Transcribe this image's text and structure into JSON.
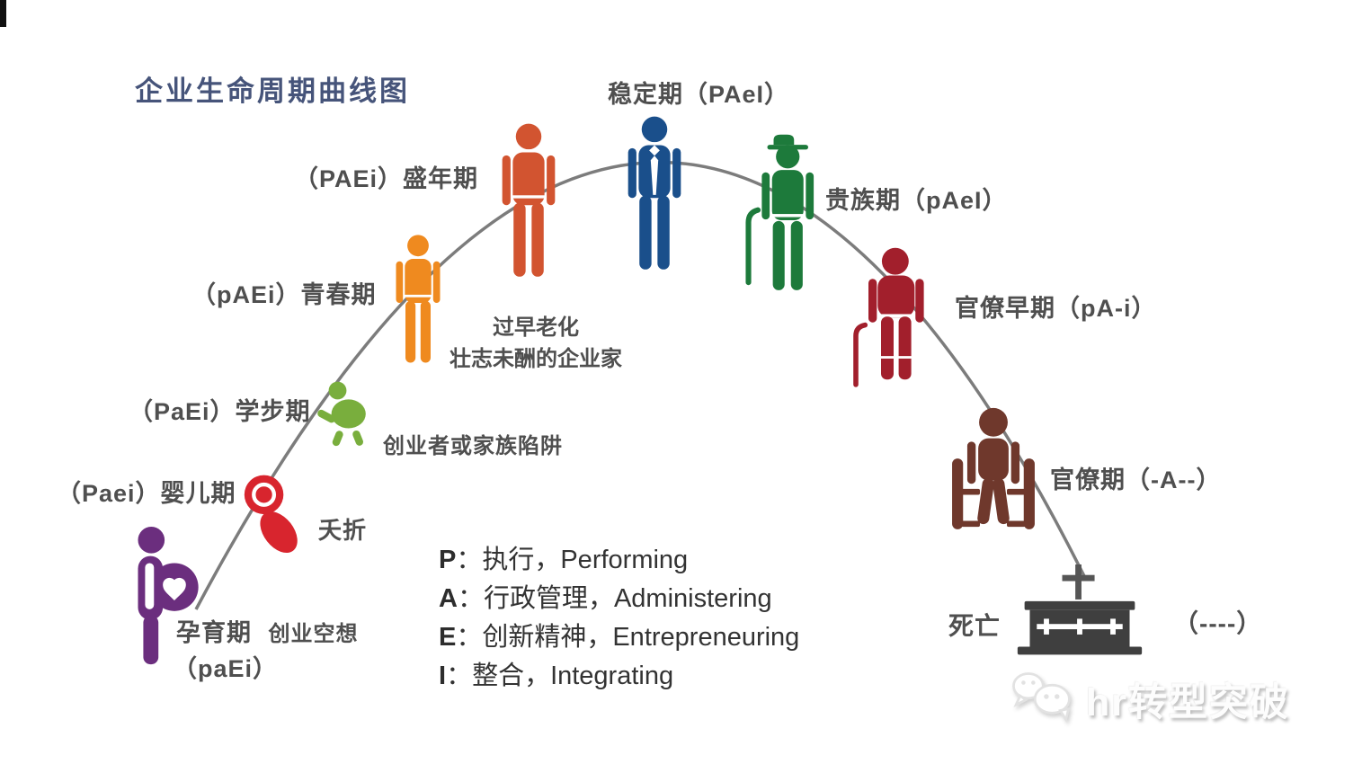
{
  "title": "企业生命周期曲线图",
  "colors": {
    "curve": "#7c7c7c",
    "title": "#46547a"
  },
  "stages": [
    {
      "id": "courtship",
      "name": "孕育期",
      "code": "（paEi）",
      "color": "#6b2e7e"
    },
    {
      "id": "infancy",
      "label": "（Paei）婴儿期",
      "color": "#d8252e"
    },
    {
      "id": "go-go",
      "label": "（PaEi）学步期",
      "color": "#79ae3d"
    },
    {
      "id": "adolescence",
      "label": "（pAEi）青春期",
      "color": "#ef8a1f"
    },
    {
      "id": "prime",
      "label": "（PAEi）盛年期",
      "color": "#d25430"
    },
    {
      "id": "stability",
      "label": "稳定期（PAeI）",
      "color": "#1a4f8b"
    },
    {
      "id": "aristocracy",
      "label": "贵族期（pAeI）",
      "color": "#1d7a3b"
    },
    {
      "id": "early-bureaucracy",
      "label": "官僚早期（pA-i）",
      "color": "#a21f2c"
    },
    {
      "id": "bureaucracy",
      "label": "官僚期（-A--）",
      "color": "#6f382c"
    },
    {
      "id": "death",
      "label": "死亡",
      "code": "（----）",
      "color": "#3f3f3f"
    }
  ],
  "annotations": {
    "premature_aging_1": "过早老化",
    "premature_aging_2": "壮志未酬的企业家",
    "founder_trap": "创业者或家族陷阱",
    "infant_mortality": "夭折",
    "fantasy": "创业空想"
  },
  "legend": [
    {
      "letter": "P",
      "text": "：执行，Performing"
    },
    {
      "letter": "A",
      "text": "：行政管理，Administering"
    },
    {
      "letter": "E",
      "text": "：创新精神，Entrepreneuring"
    },
    {
      "letter": "I",
      "text": "：整合，Integrating"
    }
  ],
  "watermark": {
    "text": "hr转型突破"
  }
}
